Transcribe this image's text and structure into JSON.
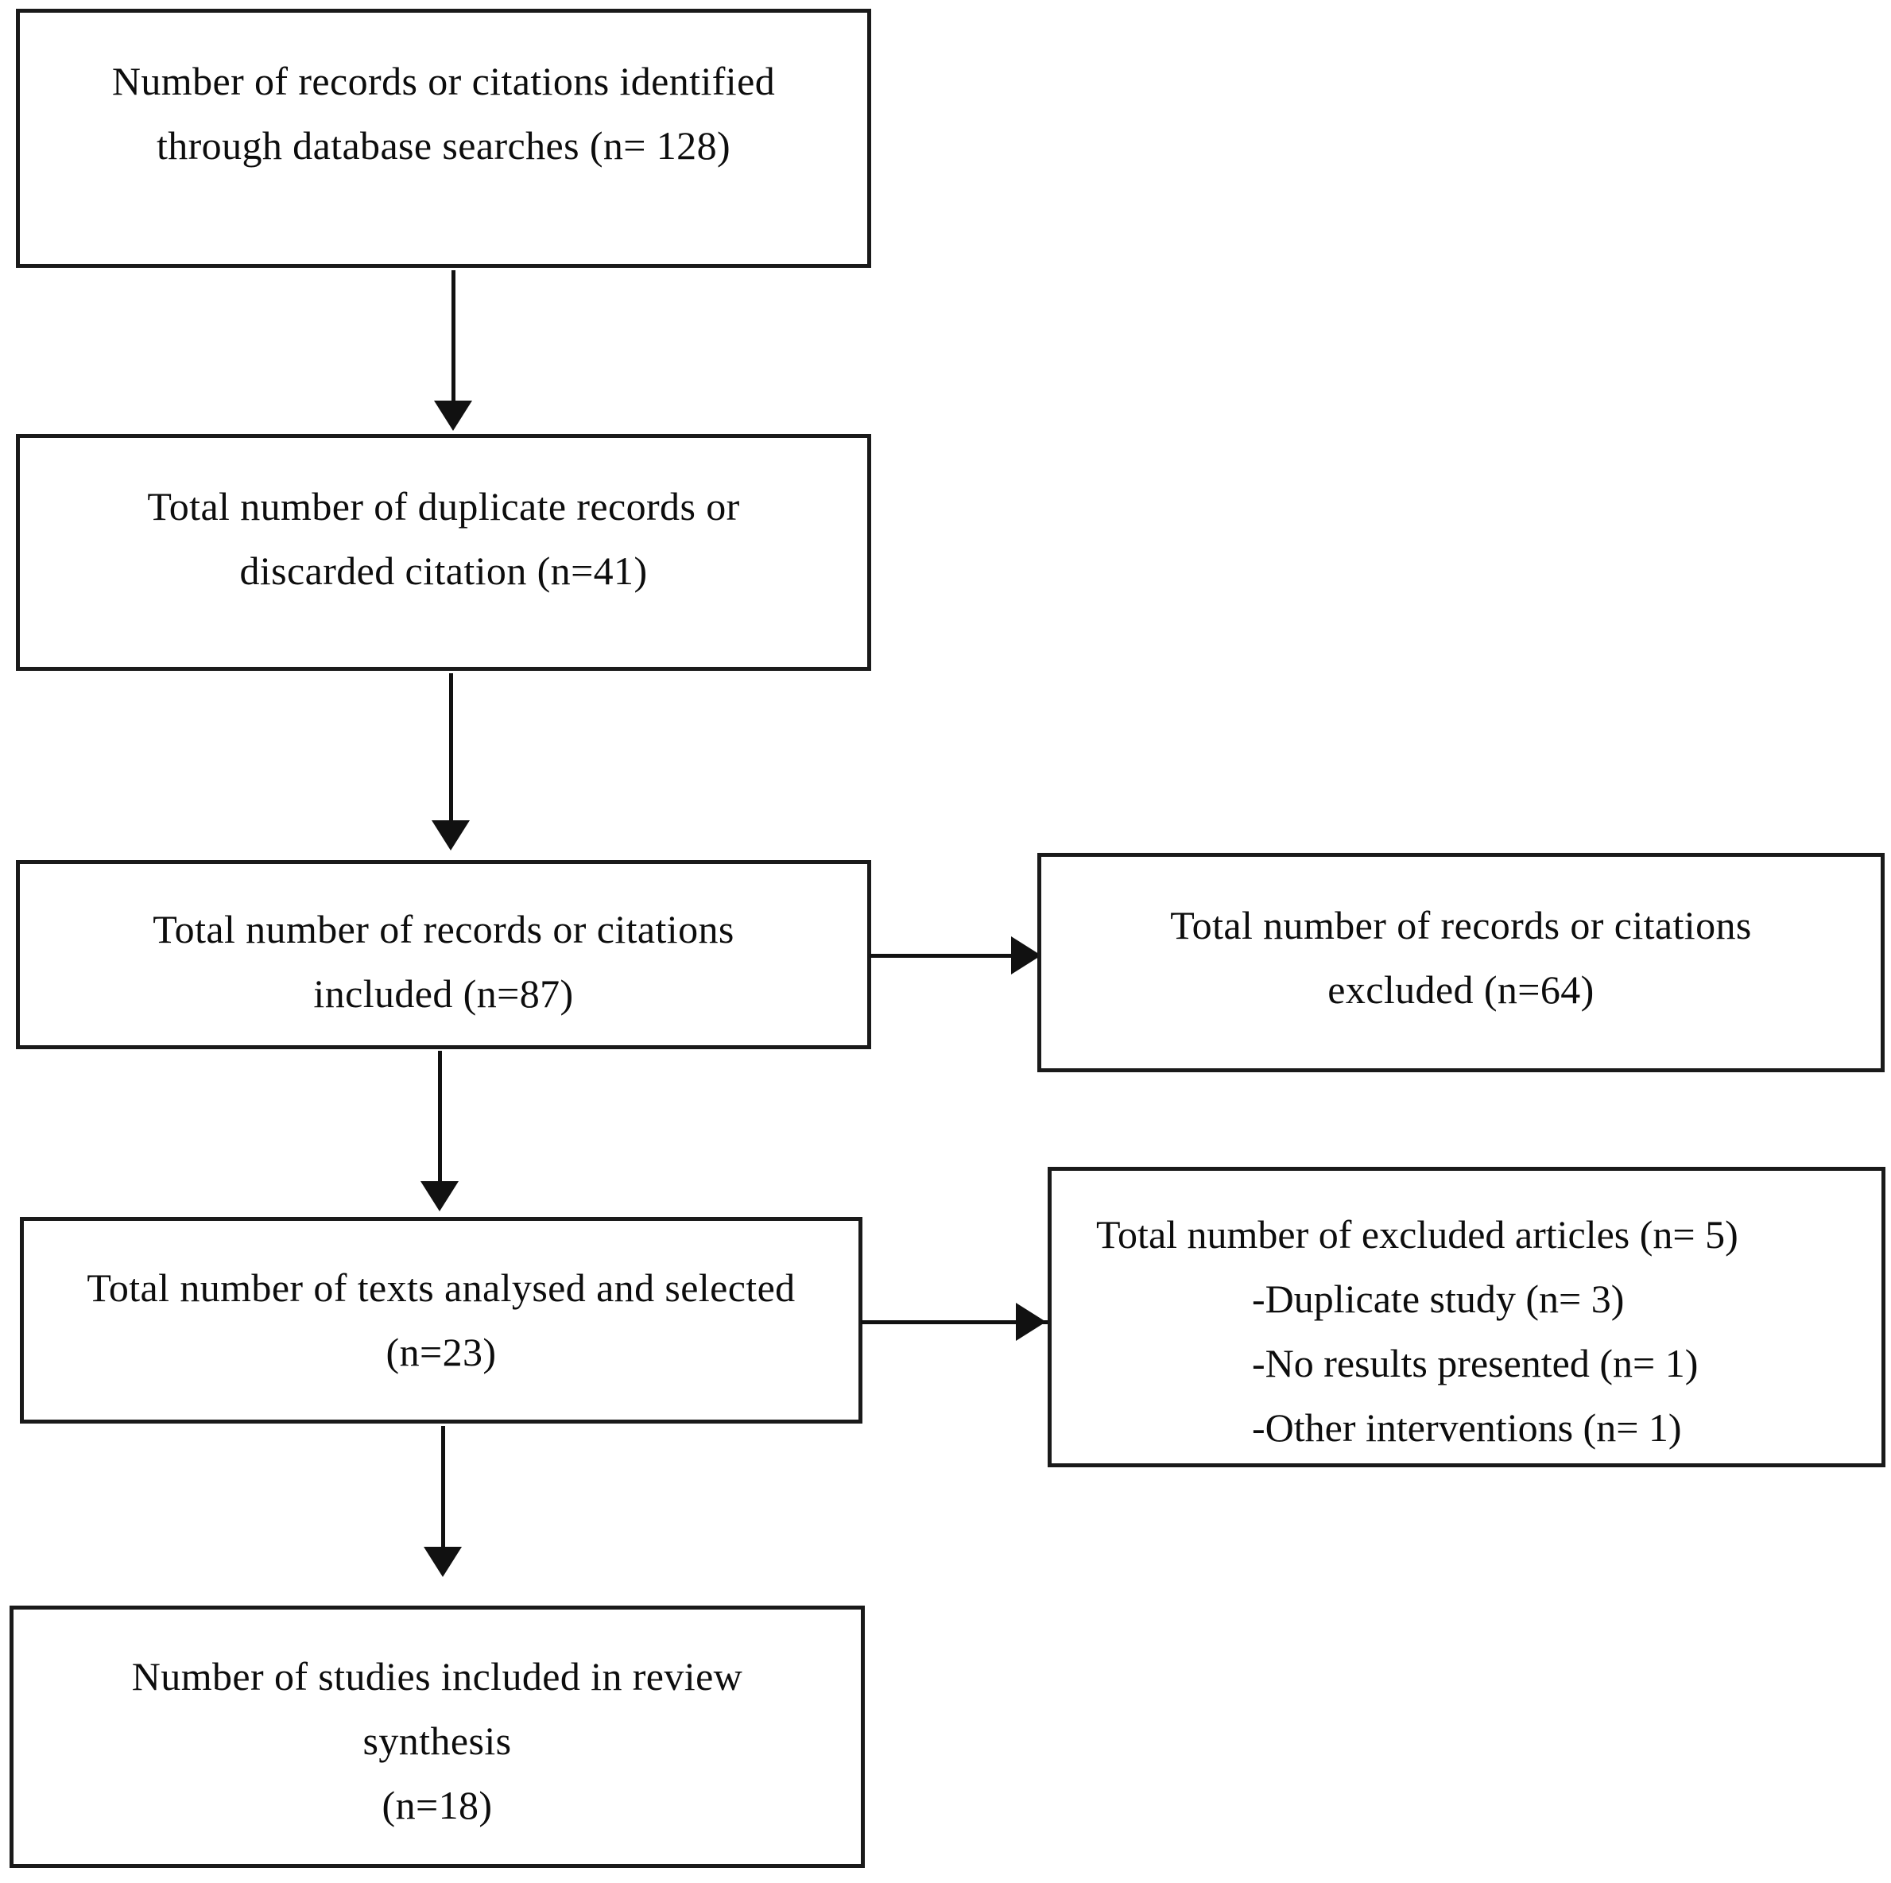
{
  "diagram": {
    "type": "prisma-flow-diagram",
    "accent_color": "#111111",
    "background_color": "#ffffff",
    "nodes": {
      "identified": {
        "text": "Number of records or citations  identified\nthrough  database searches (n= 128)",
        "count": 128
      },
      "duplicates": {
        "text": "Total number  of duplicate  records or\ndiscarded citation  (n=41)",
        "count": 41
      },
      "included": {
        "text": "Total number  of records or citations\nincluded  (n=87)",
        "count": 87
      },
      "excluded_records": {
        "text": "Total number  of records or citations\nexcluded  (n=64)",
        "count": 64
      },
      "analysed": {
        "text": "Total number  of texts analysed  and selected\n(n=23)",
        "count": 23
      },
      "excluded_articles": {
        "lead": "Total number  of excluded articles  (n= 5)",
        "count": 5,
        "reasons": [
          "-Duplicate  study (n= 3)",
          "-No results  presented (n= 1)",
          "-Other interventions  (n= 1)"
        ]
      },
      "synthesis": {
        "text": "Number of studies included  in review\nsynthesis\n(n=18)",
        "count": 18
      }
    }
  }
}
